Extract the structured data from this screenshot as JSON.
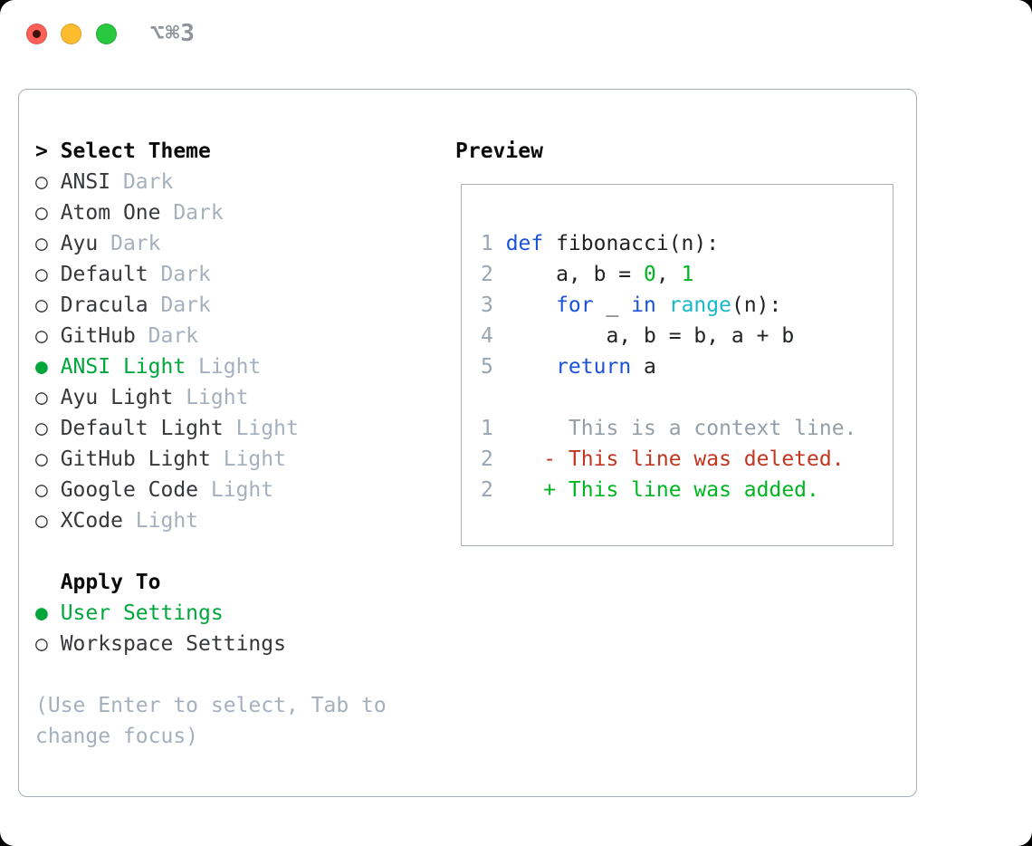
{
  "titlebar": {
    "shortcut": "⌥⌘3",
    "buttons": [
      {
        "id": "close",
        "color": "#fe5f57"
      },
      {
        "id": "minimize",
        "color": "#febc2e"
      },
      {
        "id": "zoom",
        "color": "#28c840"
      }
    ]
  },
  "colors": {
    "traffic_red": "#fe5f57",
    "traffic_yellow": "#febc2e",
    "traffic_green": "#28c840",
    "shortcut_gray": "#8f939a",
    "border": "#a7aeb9",
    "title": "#0b0b0c",
    "name": "#36383b",
    "muted": "#a6b0bd",
    "ui_green": "#00a63c",
    "plain": "#212325",
    "kw": "#1b52d9",
    "builtin": "#17b9c9",
    "num": "#00b521",
    "add": "#00b521",
    "del": "#c23620",
    "gutter": "#9aa5b4",
    "context": "#959ea7"
  },
  "theme_panel": {
    "cursor_marker": ">",
    "selected_marker": "●",
    "unselected_marker": "○",
    "header": "Select Theme",
    "themes": [
      {
        "name": "ANSI",
        "variant": "Dark",
        "selected": false
      },
      {
        "name": "Atom One",
        "variant": "Dark",
        "selected": false
      },
      {
        "name": "Ayu",
        "variant": "Dark",
        "selected": false
      },
      {
        "name": "Default",
        "variant": "Dark",
        "selected": false
      },
      {
        "name": "Dracula",
        "variant": "Dark",
        "selected": false
      },
      {
        "name": "GitHub",
        "variant": "Dark",
        "selected": false
      },
      {
        "name": "ANSI Light",
        "variant": "Light",
        "selected": true
      },
      {
        "name": "Ayu Light",
        "variant": "Light",
        "selected": false
      },
      {
        "name": "Default Light",
        "variant": "Light",
        "selected": false
      },
      {
        "name": "GitHub Light",
        "variant": "Light",
        "selected": false
      },
      {
        "name": "Google Code",
        "variant": "Light",
        "selected": false
      },
      {
        "name": "XCode",
        "variant": "Light",
        "selected": false
      }
    ],
    "apply_to": {
      "header": "Apply To",
      "options": [
        {
          "name": "User Settings",
          "selected": true
        },
        {
          "name": "Workspace Settings",
          "selected": false
        }
      ]
    },
    "hint_lines": [
      "(Use Enter to select, Tab to",
      "change focus)"
    ]
  },
  "preview": {
    "title": "Preview",
    "code_lines": [
      {
        "num": "1",
        "tokens": [
          [
            "def",
            "kw"
          ],
          [
            " fibonacci(n):",
            "plain"
          ]
        ]
      },
      {
        "num": "2",
        "tokens": [
          [
            "    a, b = ",
            "plain"
          ],
          [
            "0",
            "num"
          ],
          [
            ", ",
            "plain"
          ],
          [
            "1",
            "num"
          ]
        ]
      },
      {
        "num": "3",
        "tokens": [
          [
            "    ",
            "plain"
          ],
          [
            "for",
            "kw"
          ],
          [
            " _ ",
            "plain"
          ],
          [
            "in",
            "kw"
          ],
          [
            " ",
            "plain"
          ],
          [
            "range",
            "builtin"
          ],
          [
            "(n):",
            "plain"
          ]
        ]
      },
      {
        "num": "4",
        "tokens": [
          [
            "        a, b = b, a + b",
            "plain"
          ]
        ]
      },
      {
        "num": "5",
        "tokens": [
          [
            "    ",
            "plain"
          ],
          [
            "return",
            "kw"
          ],
          [
            " a",
            "plain"
          ]
        ]
      }
    ],
    "diff_lines": [
      {
        "num": "1",
        "tokens": [
          [
            "     This is a context line.",
            "context"
          ]
        ]
      },
      {
        "num": "2",
        "tokens": [
          [
            "   - This line was deleted.",
            "del"
          ]
        ]
      },
      {
        "num": "2",
        "tokens": [
          [
            "   + This line was added.",
            "add"
          ]
        ]
      }
    ]
  }
}
